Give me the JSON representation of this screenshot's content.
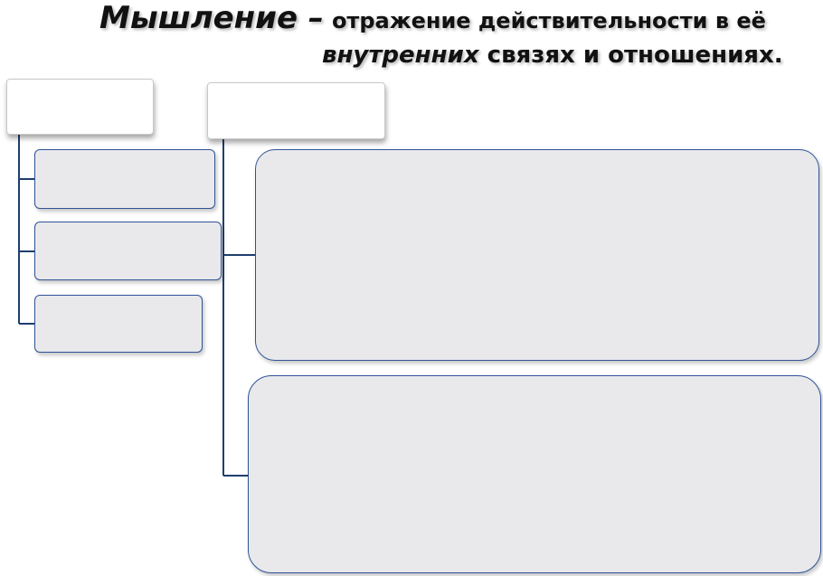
{
  "title": {
    "line1_term": "Мышление –",
    "line1_rest": "отражение действительности  в её",
    "line2_italic": "внутренних",
    "line2_rest": "связях и отношениях."
  },
  "colors": {
    "connector": "#1f3f6e",
    "box_border": "#2f5496",
    "box_fill": "#e9e9ec"
  }
}
